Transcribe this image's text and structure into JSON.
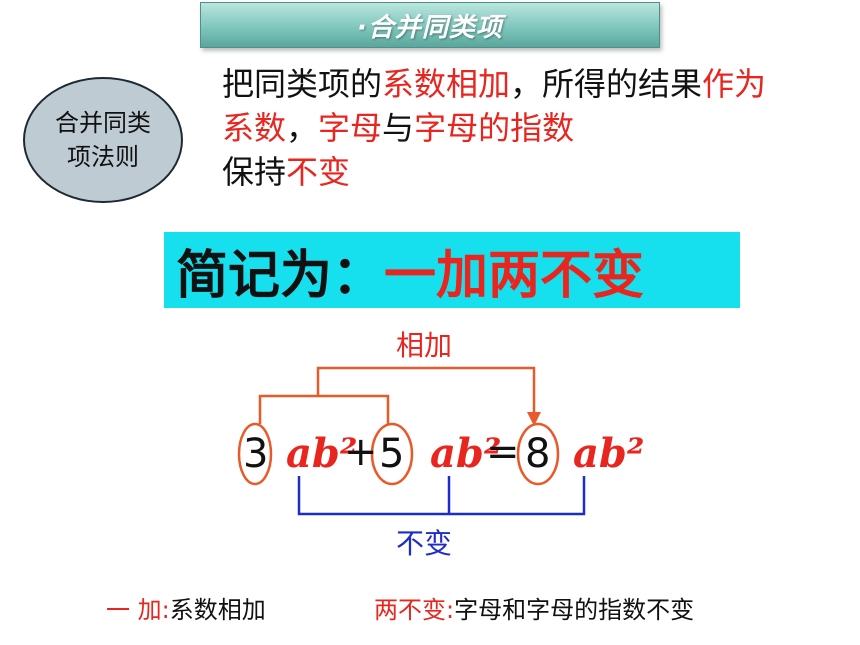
{
  "title": "·合并同类项",
  "rule_badge": {
    "line1": "合并同类",
    "line2": "项法则"
  },
  "rule": {
    "p1": "把同类项的",
    "r1": "系数相加",
    "p2": "，所得的结果",
    "r2": "作为系数",
    "p3": "，",
    "r3": "字母",
    "p4": "与",
    "r4": "字母的指数",
    "p5": "保持",
    "r5": "不变"
  },
  "summary": {
    "prefix": "简记为：",
    "highlight": "一加两不变"
  },
  "equation": {
    "coef1": "3",
    "term1": "ab²",
    "plus": "+",
    "coef2": "5",
    "term2": "ab²",
    "equals": "=",
    "coef3": "8",
    "term3": "ab²"
  },
  "labels": {
    "add": "相加",
    "unchanged": "不变"
  },
  "footer": {
    "add_key": "一 加:",
    "add_text": "系数相加",
    "same_key": "两不变:",
    "same_text": "字母和字母的指数不变"
  },
  "colors": {
    "red": "#e8261f",
    "blue": "#1e2cc8",
    "cyan": "#16e0ee",
    "arrow": "#e85a2a"
  }
}
